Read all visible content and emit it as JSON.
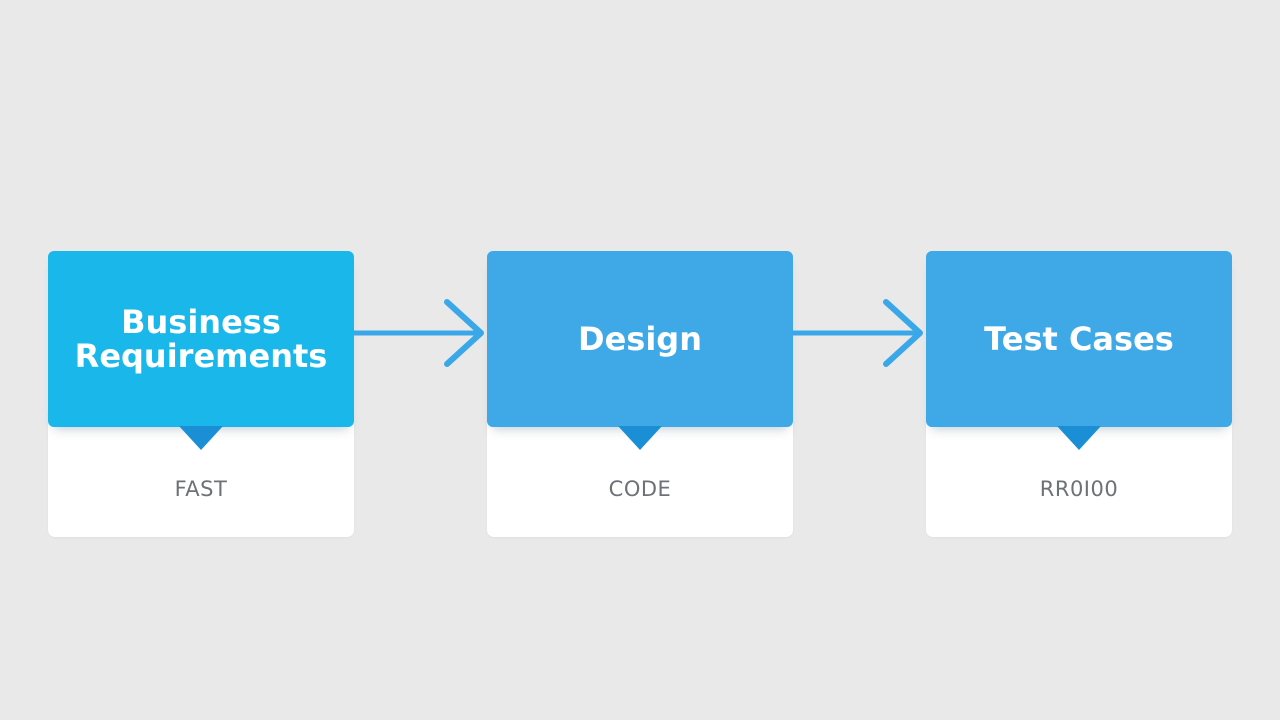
{
  "colors": {
    "background": "#e9e9ea",
    "step1": "#1ab8ea",
    "step2": "#3ea9e6",
    "step3": "#3ea9e6",
    "arrow": "#3aa8e8",
    "pointer": "#1a8fd6"
  },
  "flow": {
    "steps": [
      {
        "title": "Business\nRequirements",
        "subtitle": "FAST"
      },
      {
        "title": "Design",
        "subtitle": "CODE"
      },
      {
        "title": "Test Cases",
        "subtitle": "RR0I00"
      }
    ]
  }
}
